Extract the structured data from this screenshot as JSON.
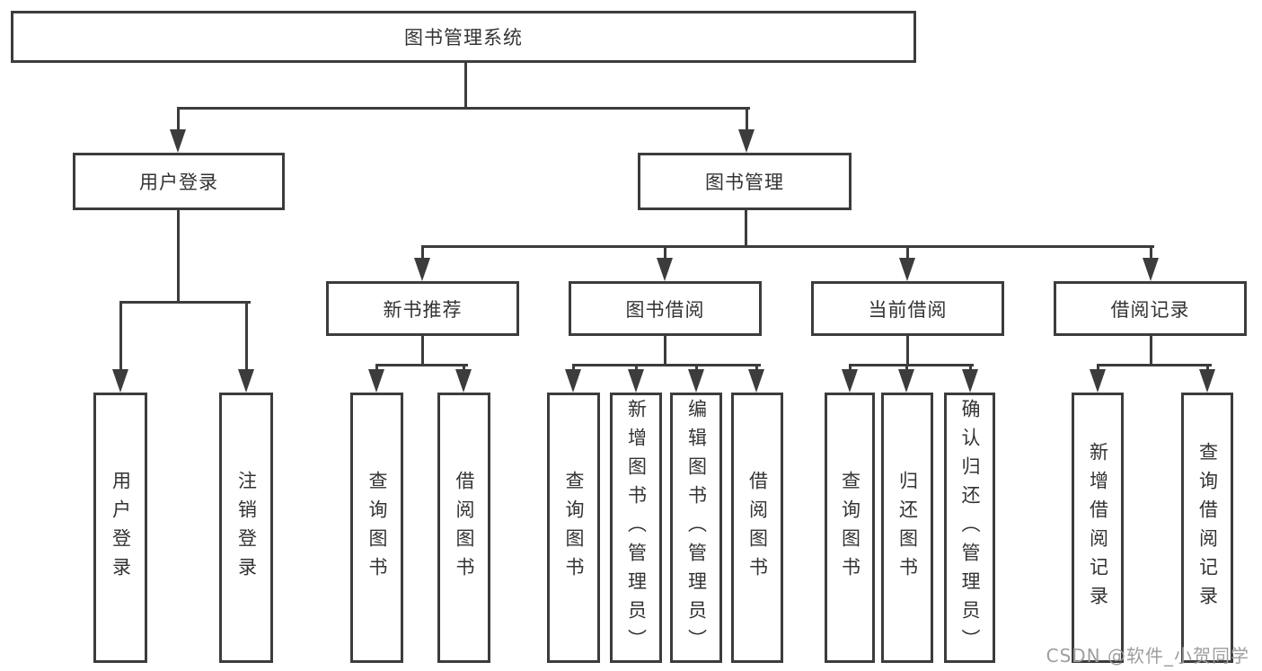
{
  "diagram": {
    "tree": {
      "root": {
        "label": "图书管理系统"
      },
      "user_login": {
        "label": "用户登录",
        "children": [
          {
            "label": "用户登录"
          },
          {
            "label": "注销登录"
          }
        ]
      },
      "book_management": {
        "label": "图书管理",
        "sections": [
          {
            "label": "新书推荐",
            "children": [
              {
                "label": "查询图书"
              },
              {
                "label": "借阅图书"
              }
            ]
          },
          {
            "label": "图书借阅",
            "children": [
              {
                "label": "查询图书"
              },
              {
                "label": "新增图书（管理员）"
              },
              {
                "label": "编辑图书（管理员）"
              },
              {
                "label": "借阅图书"
              }
            ]
          },
          {
            "label": "当前借阅",
            "children": [
              {
                "label": "查询图书"
              },
              {
                "label": "归还图书"
              },
              {
                "label": "确认归还（管理员）"
              }
            ]
          },
          {
            "label": "借阅记录",
            "children": [
              {
                "label": "新增借阅记录"
              },
              {
                "label": "查询借阅记录"
              }
            ]
          }
        ]
      }
    }
  },
  "watermark": {
    "text": "CSDN @软件_小贺同学"
  },
  "colors": {
    "line": "#3c3c3c",
    "text": "#333333",
    "background": "#ffffff",
    "watermark": "#9e9e9e"
  }
}
